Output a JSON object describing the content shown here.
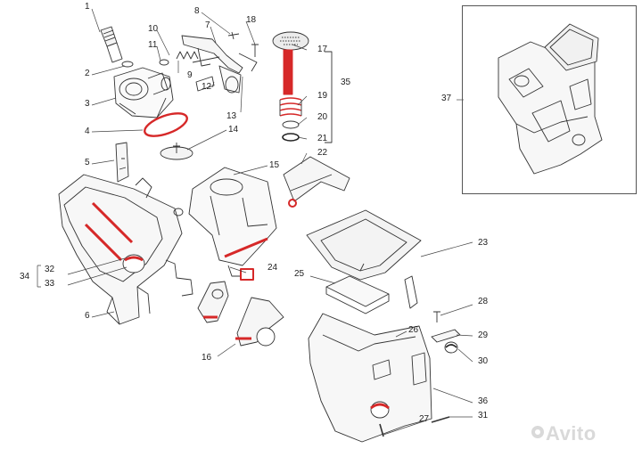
{
  "diagram": {
    "callouts": {
      "c1": "1",
      "c2": "2",
      "c3": "3",
      "c4": "4",
      "c5": "5",
      "c6": "6",
      "c7": "7",
      "c8": "8",
      "c9": "9",
      "c10": "10",
      "c11": "11",
      "c12": "12",
      "c13": "13",
      "c14": "14",
      "c15": "15",
      "c16": "16",
      "c17": "17",
      "c18": "18",
      "c19": "19",
      "c20": "20",
      "c21": "21",
      "c22": "22",
      "c23": "23",
      "c24": "24",
      "c25": "25",
      "c26": "26",
      "c27": "27",
      "c28": "28",
      "c29": "29",
      "c30": "30",
      "c31": "31",
      "c32": "32",
      "c33": "33",
      "c34": "34",
      "c35": "35",
      "c36": "36",
      "c37": "37"
    },
    "watermark": "Avito",
    "colors": {
      "line": "#333333",
      "highlight": "#d62828",
      "inset_border": "#555555"
    }
  }
}
